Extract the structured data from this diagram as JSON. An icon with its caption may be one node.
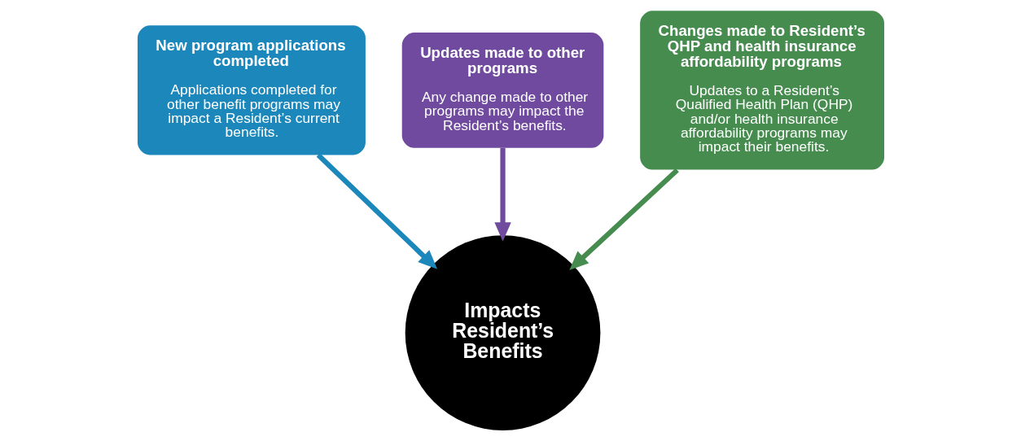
{
  "diagram": {
    "nodes": [
      {
        "text": [
          "New program applications completed",
          "Applications completed for other benefit programs may impact a Resident’s current benefits."
        ]
      },
      {
        "text": [
          "Updates made to other programs",
          "Any change made to other programs may impact the Resident’s benefits."
        ]
      },
      {
        "text": [
          "Changes made to Resident’s QHP and health insurance affordability programs",
          "Updates to a Resident’s Qualified Health Plan (QHP) and/or health insurance affordability programs may impact their benefits."
        ]
      },
      {
        "text": [
          "Impacts Resident’s Benefits"
        ]
      }
    ],
    "edges": [
      {
        "from": 0,
        "to": 3,
        "arrow": "to",
        "color": "#1b87bb"
      },
      {
        "from": 1,
        "to": 3,
        "arrow": "to",
        "color": "#6f4a9e"
      },
      {
        "from": 2,
        "to": 3,
        "arrow": "to",
        "color": "#468c4f"
      }
    ]
  }
}
